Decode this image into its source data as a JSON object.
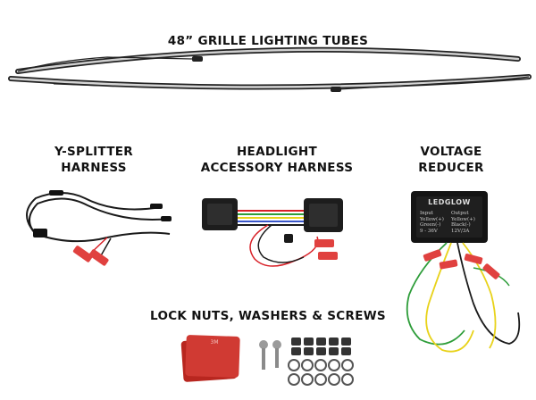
{
  "labels": {
    "tubes": "48” GRILLE LIGHTING TUBES",
    "ysplitter_line1": "Y-SPLITTER",
    "ysplitter_line2": "HARNESS",
    "headlight_line1": "HEADLIGHT",
    "headlight_line2": "ACCESSORY HARNESS",
    "voltage_line1": "VOLTAGE",
    "voltage_line2": "REDUCER",
    "hardware": "LOCK NUTS, WASHERS & SCREWS"
  },
  "reducer": {
    "brand": "LEDGLOW",
    "input_title": "Input",
    "input_line1": "Yellow(+)",
    "input_line2": "Green(-)",
    "input_line3": "9 - 36V",
    "output_title": "Output",
    "output_line1": "Yellow(+)",
    "output_line2": "Black(-)",
    "output_line3": "12V/3A"
  },
  "pads": {
    "pad_text": "3M"
  },
  "colors": {
    "wire_red": "#d81f26",
    "wire_yellow": "#e8d21a",
    "wire_green": "#2e9d3a",
    "wire_black": "#1a1a1a",
    "terminal_red": "#e0413f",
    "pad_red": "#c9302c"
  }
}
